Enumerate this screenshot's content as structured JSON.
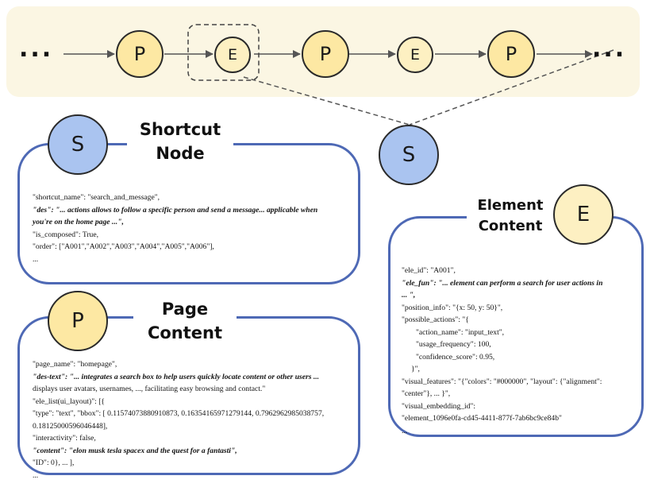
{
  "trajectory": {
    "ellipsis_left": "...",
    "ellipsis_right": "...",
    "nodes": [
      "P",
      "E",
      "P",
      "E",
      "P"
    ]
  },
  "shortcut_node": {
    "letter": "S",
    "title_line1": "Shortcut",
    "title_line2": "Node",
    "lines": [
      "\"shortcut_name\": \"search_and_message\",",
      "\"des\": \"... actions allows to follow a specific person and send a message... applicable when",
      "you're on the home page ...\",",
      "\"is_composed\": True,",
      "\"order\": [\"A001\",\"A002\",\"A003\",\"A004\",\"A005\",\"A006\"],",
      "..."
    ]
  },
  "detached_shortcut": {
    "letter": "S"
  },
  "page_content": {
    "letter": "P",
    "title_line1": "Page",
    "title_line2": "Content",
    "lines": [
      "\"page_name\": \"homepage\",",
      "\"des-text\": \"... integrates a search box to help users quickly locate content or other users ...",
      "displays user avatars, usernames, ..., facilitating easy browsing and contact.\"",
      "\"ele_list(ui_layout)\": [{",
      "\"type\": \"text\", \"bbox\": [ 0.11574073880910873, 0.16354165971279144, 0.7962962985038757,",
      "0.18125000596046448],",
      "\"interactivity\": false,",
      "\"content\": \"elon musk tesla spacex and the quest for a fantasti\",",
      "\"ID\": 0}, ... ],",
      "..."
    ]
  },
  "element_content": {
    "letter": "E",
    "title_line1": "Element",
    "title_line2": "Content",
    "lines": [
      "\"ele_id\": \"A001\",",
      "\"ele_fun\": \"... element can perform a search for user actions in",
      "... \",",
      "\"position_info\": \"{x: 50, y: 50}\",",
      "\"possible_actions\": \"{",
      "\"action_name\": \"input_text\",",
      "\"usage_frequency\": 100,",
      "\"confidence_score\": 0.95,",
      "}\",",
      "\"visual_features\": \"{\"colors\": \"#000000\", \"layout\": {\"alignment\":",
      "\"center\"}, ... }\",",
      "\"visual_embedding_id\":",
      "\"element_1096e0fa-cd45-4411-877f-7ab6bc9ce84b\"",
      "..."
    ]
  },
  "colors": {
    "band_bg": "#fbf6e3",
    "page_node_fill": "#fde8a3",
    "element_node_fill": "#fdf0c2",
    "shortcut_node_fill": "#aac4f0",
    "panel_border": "#4e69b5"
  }
}
